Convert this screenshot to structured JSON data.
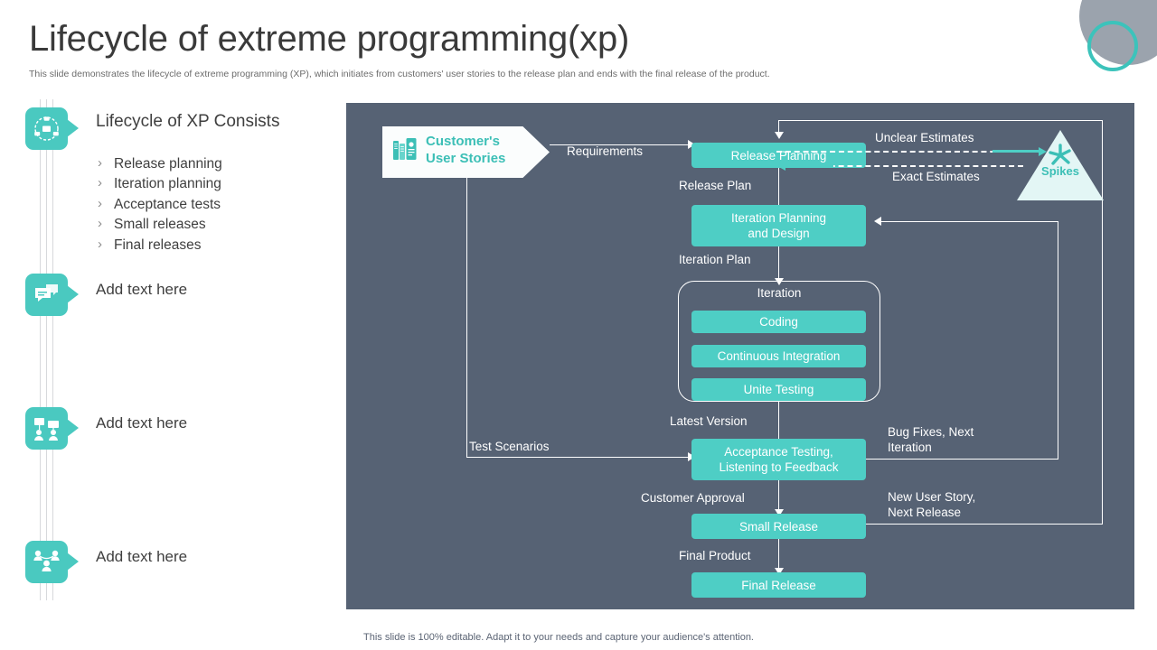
{
  "header": {
    "title": "Lifecycle of extreme programming(xp)",
    "subtitle": "This slide demonstrates the lifecycle of extreme programming (XP), which initiates from customers' user stories to the release plan and ends with the final release of the product."
  },
  "footer": {
    "note": "This slide is 100% editable. Adapt it to your needs and capture your audience's attention."
  },
  "sidebar": {
    "items": [
      {
        "label": "Lifecycle of XP Consists",
        "icon": "team-network-icon"
      },
      {
        "label": "Add  text here",
        "icon": "chat-bubbles-icon"
      },
      {
        "label": "Add  text here",
        "icon": "org-chart-icon"
      },
      {
        "label": "Add  text here",
        "icon": "team-group-icon"
      }
    ],
    "bullets": [
      "Release planning",
      "Iteration planning",
      "Acceptance tests",
      "Small releases",
      "Final releases"
    ]
  },
  "diagram": {
    "user_stories": {
      "line1": "Customer's",
      "line2": "User Stories",
      "icon": "books-archive-icon"
    },
    "spikes": {
      "label": "Spikes",
      "icon": "spike-burst-icon"
    },
    "boxes": {
      "release_planning": "Release Planning",
      "iteration_planning": "Iteration Planning\nand Design",
      "coding": "Coding",
      "continuous_integration": "Continuous Integration",
      "unite_testing": "Unite Testing",
      "acceptance_testing": "Acceptance Testing,\nListening to Feedback",
      "small_release": "Small Release",
      "final_release": "Final Release"
    },
    "group_titles": {
      "iteration": "Iteration"
    },
    "flow_labels": {
      "requirements": "Requirements",
      "unclear_estimates": "Unclear Estimates",
      "exact_estimates": "Exact Estimates",
      "release_plan": "Release Plan",
      "iteration_plan": "Iteration Plan",
      "latest_version": "Latest Version",
      "test_scenarios": "Test Scenarios",
      "bug_fixes": "Bug Fixes, Next\nIteration",
      "customer_approval": "Customer Approval",
      "new_user_story": "New User Story,\nNext Release",
      "final_product": "Final Product"
    }
  },
  "colors": {
    "accent_teal": "#4ecec5",
    "panel_bg": "#566274",
    "deco_gray": "#9ba3ad",
    "text_dark": "#3f3f3f"
  }
}
